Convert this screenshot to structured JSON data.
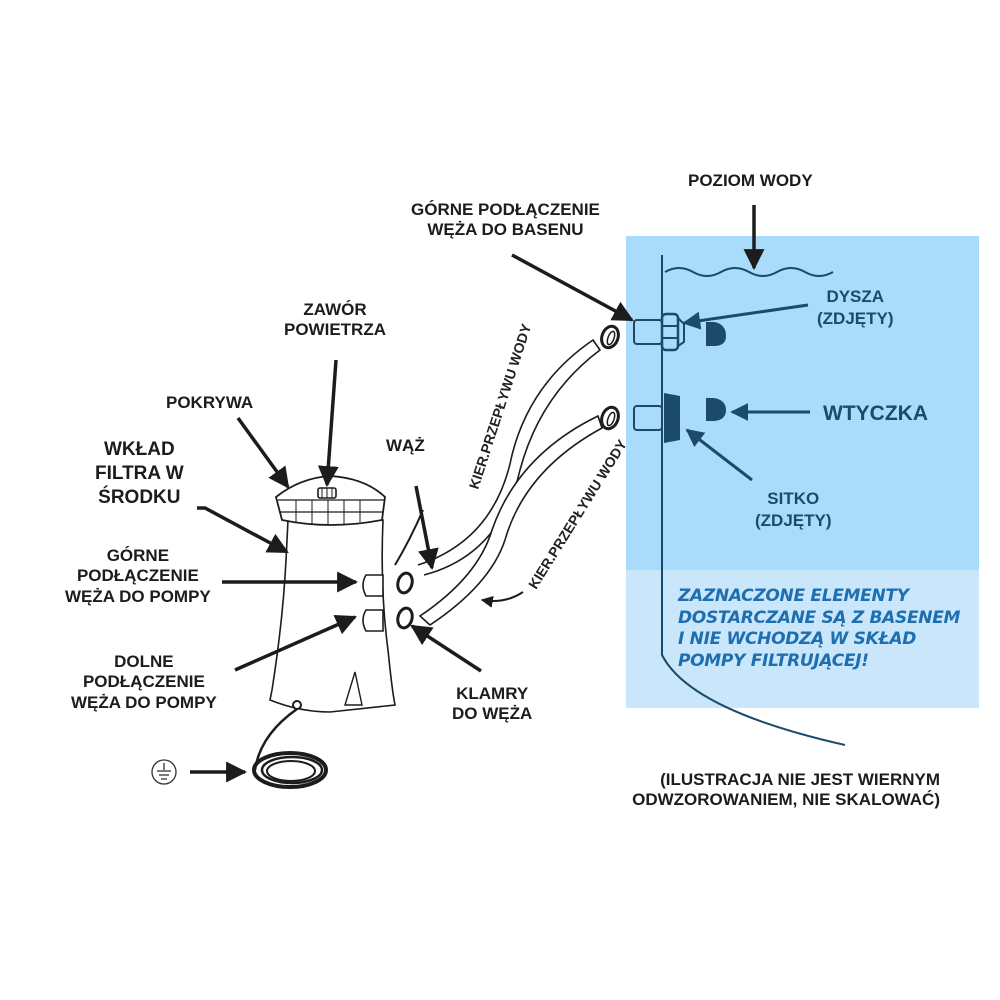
{
  "diagram": {
    "title_labels": {
      "water_level": "POZIOM WODY",
      "upper_pool_connection": "GÓRNE PODŁĄCZENIE\nWĘŻA DO BASENU",
      "air_valve": "ZAWÓR\nPOWIETRZA",
      "lid": "POKRYWA",
      "filter_cartridge": "WKŁAD\nFILTRA W\nŚRODKU",
      "hose": "WĄŻ",
      "upper_pump_connection": "GÓRNE\nPODŁĄCZENIE\nWĘŻA DO POMPY",
      "lower_pump_connection": "DOLNE\nPODŁĄCZENIE\nWĘŻA DO POMPY",
      "hose_clamps": "KLAMRY\nDO WĘŻA",
      "nozzle": "DYSZA\n(ZDJĘTY)",
      "plug": "WTYCZKA",
      "strainer": "SITKO\n(ZDJĘTY)"
    },
    "flow_direction_label": "KIER.PRZEPŁYWU WODY",
    "pool_note": "ZAZNACZONE ELEMENTY\nDOSTARCZANE SĄ Z BASENEM\nI NIE WCHODZĄ W SKŁAD\nPOMPY FILTRUJĄCEJ!",
    "disclaimer": "(ILUSTRACJA NIE JEST WIERNYM\nODWZOROWANIEM, NIE SKALOWAĆ)",
    "icons": {
      "ground": "ground-symbol-icon"
    },
    "colors": {
      "pool_water": "#a9dbfb",
      "note_background": "#c9e6fb",
      "pool_ink": "#1b4a6b",
      "note_text": "#1e6fb0",
      "ink": "#1c1c1c"
    }
  }
}
